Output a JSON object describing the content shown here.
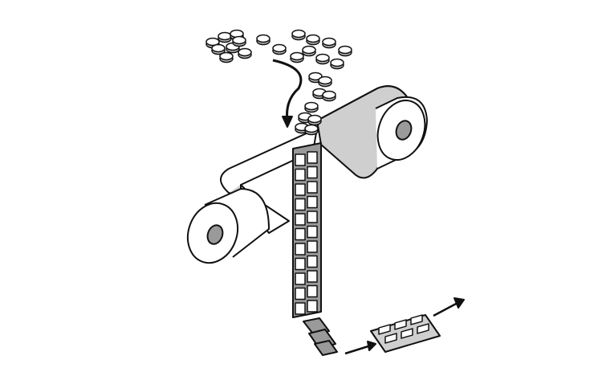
{
  "colors": {
    "stroke": "#111111",
    "fill": "#cfcfcf",
    "light": "#ffffff",
    "dark": "#9a9a9a"
  },
  "blister_grid": {
    "columns": 2,
    "rows": 11
  },
  "pack_grid": {
    "columns": 3,
    "rows": 2
  }
}
